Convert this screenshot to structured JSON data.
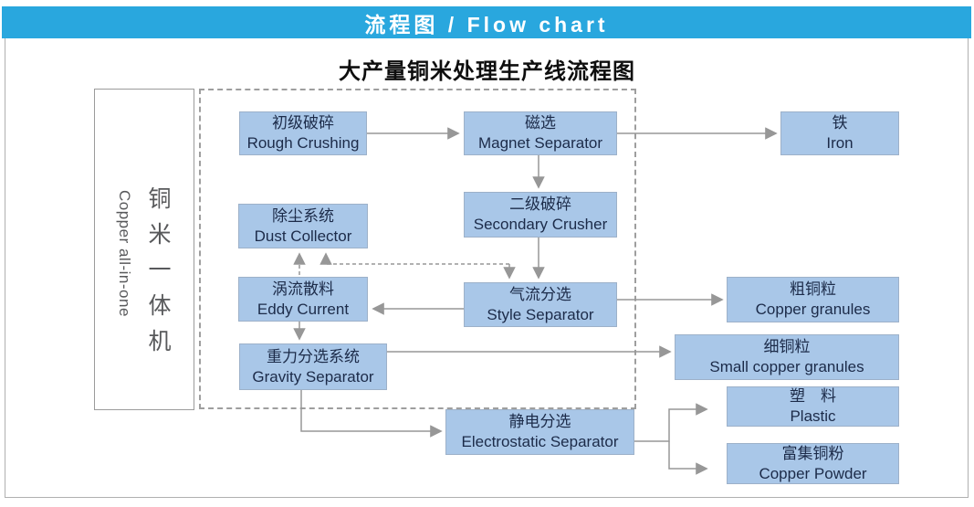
{
  "banner": {
    "title": "流程图 / Flow chart"
  },
  "diagram": {
    "title": "大产量铜米处理生产线流程图",
    "sidebar": {
      "zh": "铜米一体机",
      "en": "Copper all-in-one"
    }
  },
  "nodes": [
    {
      "id": "rough-crushing",
      "zh": "初级破碎",
      "en": "Rough Crushing"
    },
    {
      "id": "magnet-separator",
      "zh": "磁选",
      "en": "Magnet Separator"
    },
    {
      "id": "iron",
      "zh": "铁",
      "en": "Iron"
    },
    {
      "id": "dust-collector",
      "zh": "除尘系统",
      "en": "Dust Collector"
    },
    {
      "id": "secondary-crusher",
      "zh": "二级破碎",
      "en": "Secondary Crusher"
    },
    {
      "id": "eddy-current",
      "zh": "涡流散料",
      "en": "Eddy Current"
    },
    {
      "id": "style-separator",
      "zh": "气流分选",
      "en": "Style Separator"
    },
    {
      "id": "copper-granules",
      "zh": "粗铜粒",
      "en": "Copper granules"
    },
    {
      "id": "gravity-separator",
      "zh": "重力分选系统",
      "en": "Gravity Separator"
    },
    {
      "id": "small-copper-granules",
      "zh": "细铜粒",
      "en": "Small copper granules"
    },
    {
      "id": "electrostatic-separator",
      "zh": "静电分选",
      "en": "Electrostatic Separator"
    },
    {
      "id": "plastic",
      "zh": "塑　料",
      "en": "Plastic"
    },
    {
      "id": "copper-powder",
      "zh": "富集铜粉",
      "en": "Copper Powder"
    }
  ],
  "edges": [
    {
      "from": "rough-crushing",
      "to": "magnet-separator",
      "style": "solid"
    },
    {
      "from": "magnet-separator",
      "to": "iron",
      "style": "solid"
    },
    {
      "from": "magnet-separator",
      "to": "secondary-crusher",
      "style": "solid"
    },
    {
      "from": "secondary-crusher",
      "to": "style-separator",
      "style": "solid"
    },
    {
      "from": "style-separator",
      "to": "dust-collector",
      "style": "dashed"
    },
    {
      "from": "eddy-current",
      "to": "dust-collector",
      "style": "dashed"
    },
    {
      "from": "style-separator",
      "to": "eddy-current",
      "style": "solid"
    },
    {
      "from": "style-separator",
      "to": "copper-granules",
      "style": "solid"
    },
    {
      "from": "eddy-current",
      "to": "gravity-separator",
      "style": "solid"
    },
    {
      "from": "gravity-separator",
      "to": "small-copper-granules",
      "style": "solid"
    },
    {
      "from": "gravity-separator",
      "to": "electrostatic-separator",
      "style": "solid"
    },
    {
      "from": "electrostatic-separator",
      "to": "plastic",
      "style": "solid"
    },
    {
      "from": "electrostatic-separator",
      "to": "copper-powder",
      "style": "solid"
    }
  ],
  "colors": {
    "banner_bg": "#29a7de",
    "node_fill": "#a9c7e8",
    "node_border": "#9db1c9",
    "node_text": "#1c2b49",
    "arrow": "#979797",
    "sidebar_text": "#58595b"
  }
}
